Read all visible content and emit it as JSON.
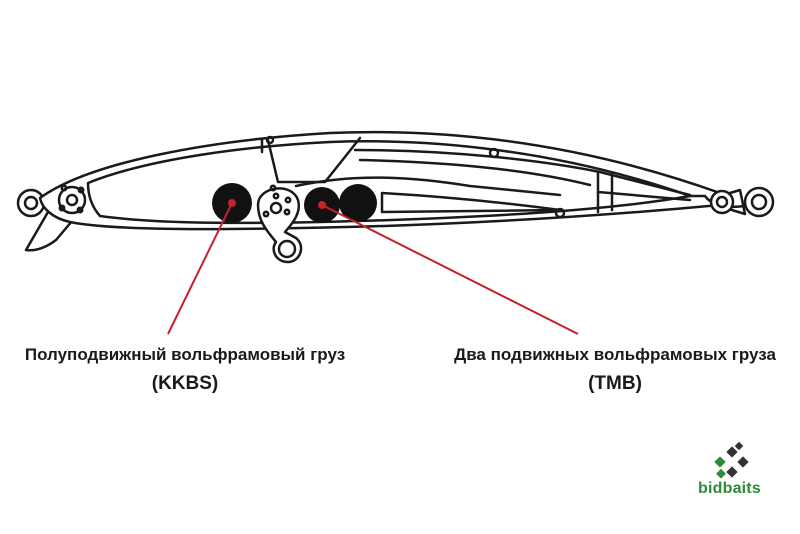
{
  "labels": {
    "left_weight": "Полуподвижный вольфрамовый груз",
    "left_code": "(KKBS)",
    "right_weight": "Два подвижных вольфрамовых груза",
    "right_code": "(TMB)"
  },
  "logo": {
    "text": "bidbaits"
  },
  "colors": {
    "line": "#1a1a1a",
    "pointer": "#c8202a",
    "logo_green": "#2e8b3a",
    "logo_dark": "#333333"
  }
}
